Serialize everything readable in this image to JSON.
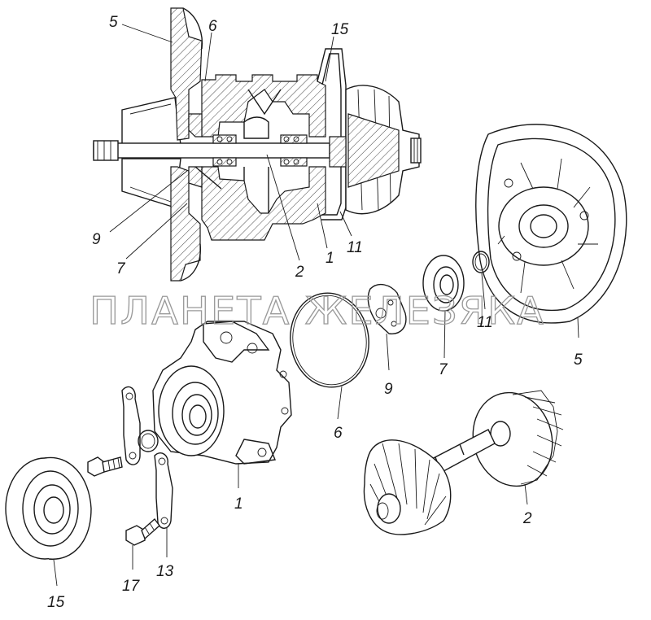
{
  "watermark": "ПЛАНЕТА ЖЕЛЕЗЯКА",
  "callouts": {
    "section_5": "5",
    "section_6": "6",
    "section_15": "15",
    "section_9": "9",
    "section_7": "7",
    "section_2": "2",
    "section_1": "1",
    "section_11": "11",
    "part_1": "1",
    "part_2": "2",
    "part_5": "5",
    "part_6": "6",
    "part_7": "7",
    "part_9": "9",
    "part_11": "11",
    "part_13": "13",
    "part_15": "15",
    "part_17": "17"
  },
  "colors": {
    "ink": "#1a1a1a",
    "watermark": "#9a9a9a",
    "background": "#ffffff"
  }
}
